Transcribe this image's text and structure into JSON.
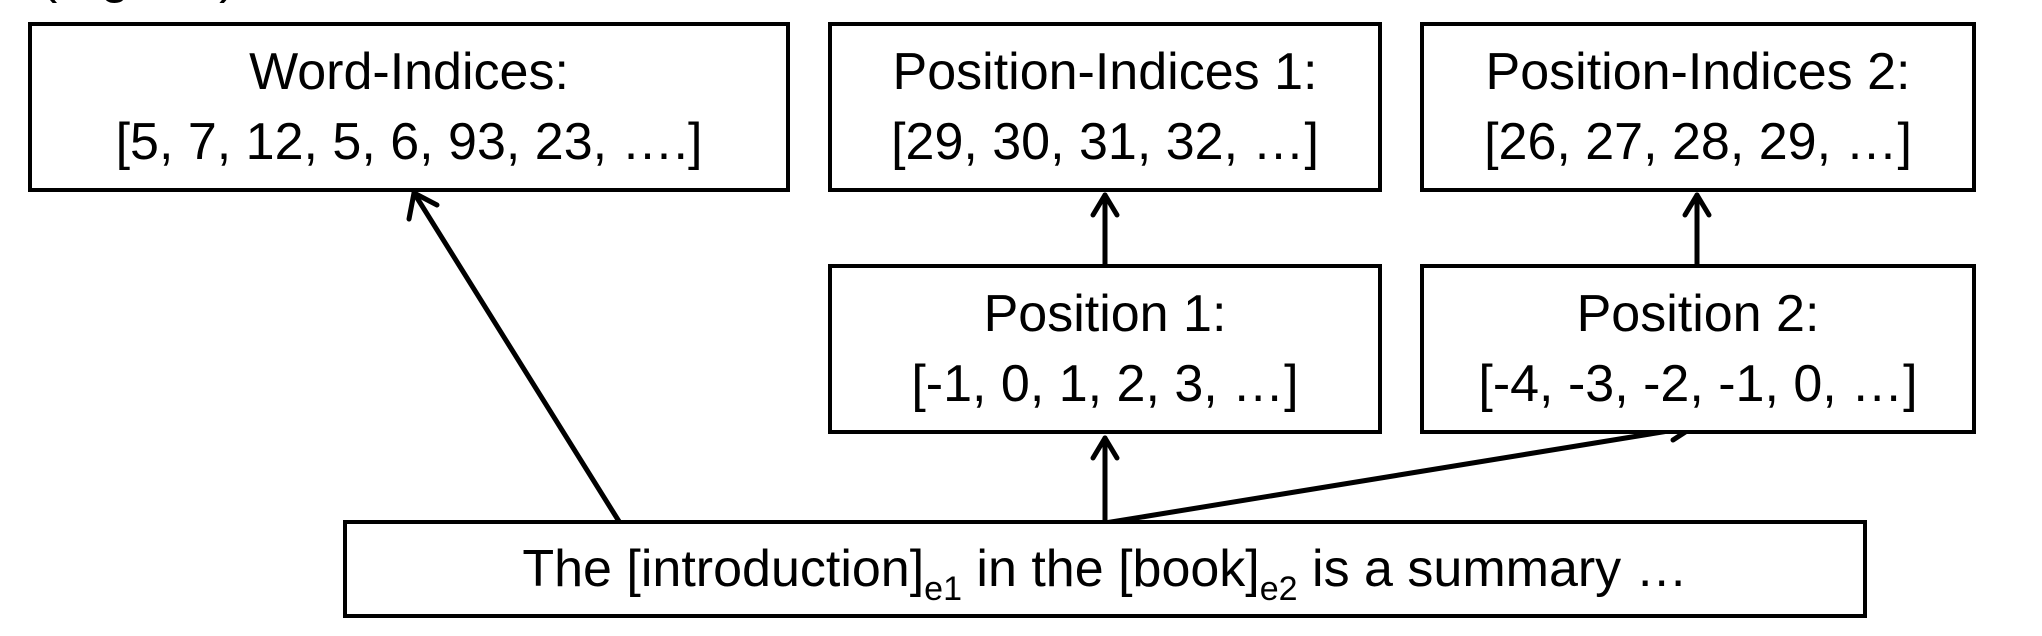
{
  "cutoff_text": "(Figure     )",
  "word_indices": {
    "title": "Word-Indices:",
    "values": "[5, 7, 12, 5, 6, 93, 23, ….]"
  },
  "position_indices_1": {
    "title": "Position-Indices 1:",
    "values": "[29, 30, 31, 32, …]"
  },
  "position_indices_2": {
    "title": "Position-Indices 2:",
    "values": "[26, 27, 28, 29, …]"
  },
  "position_1": {
    "title": "Position 1:",
    "values": "[-1, 0, 1, 2, 3, …]"
  },
  "position_2": {
    "title": "Position 2:",
    "values": "[-4, -3, -2, -1, 0, …]"
  },
  "sentence": {
    "the": "The ",
    "entity1": "[introduction]",
    "entity1_tag": "e1",
    "middle": " in the ",
    "entity2": "[book]",
    "entity2_tag": "e2",
    "end": " is a summary …"
  },
  "colors": {
    "stroke": "#000000",
    "background": "#ffffff"
  }
}
